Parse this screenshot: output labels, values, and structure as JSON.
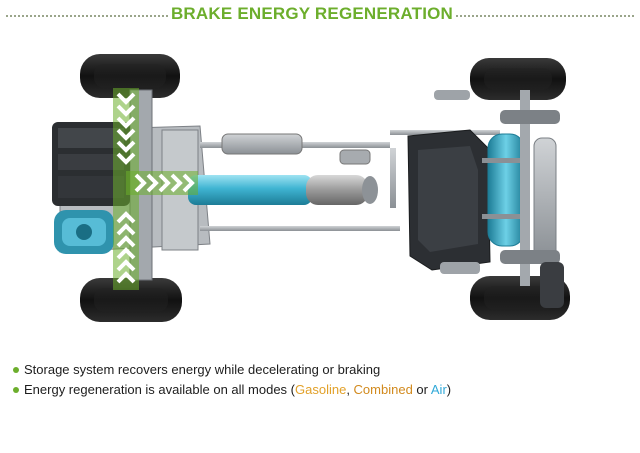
{
  "title": "BRAKE ENERGY REGENERATION",
  "bullets": [
    {
      "text": "Storage system recovers energy while decelerating or braking"
    },
    {
      "text_before": "Energy regeneration is available on all modes (",
      "modes": [
        "Gasoline",
        "Combined",
        "Air"
      ],
      "sep1": ", ",
      "sep2": " or ",
      "text_after": ")"
    }
  ],
  "colors": {
    "title": "#6cae2c",
    "arrows": "#6cae2c",
    "tank": "#3fb4d2",
    "gasoline": "#e2a12a",
    "combined": "#d28a1e",
    "air": "#31a9d8"
  },
  "icons": [
    "energy-flow-arrows",
    "hydraulic-tank",
    "wheel"
  ]
}
